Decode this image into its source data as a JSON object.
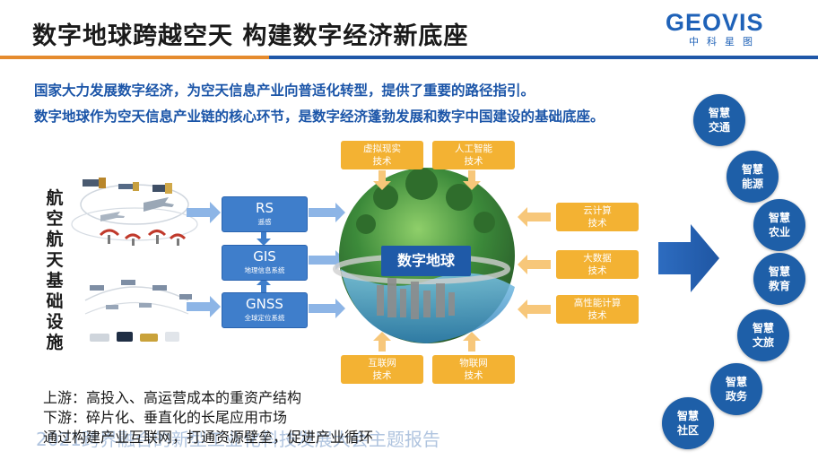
{
  "header": {
    "title": "数字地球跨越空天 构建数字经济新底座",
    "logo_main": "GEOVIS",
    "logo_sub": "中科星图"
  },
  "intro": {
    "line1": "国家大力发展数字经济，为空天信息产业向普适化转型，提供了重要的路径指引。",
    "line2": "数字地球作为空天信息产业链的核心环节，是数字经济蓬勃发展和数字中国建设的基础底座。"
  },
  "infra": {
    "label": "航空航天基础设施"
  },
  "core_tech": [
    {
      "main": "RS",
      "sub": "遥感"
    },
    {
      "main": "GIS",
      "sub": "地理信息系统"
    },
    {
      "main": "GNSS",
      "sub": "全球定位系统"
    }
  ],
  "center": {
    "label": "数字地球"
  },
  "top_tech": [
    {
      "line1": "虚拟现实",
      "line2": "技术"
    },
    {
      "line1": "人工智能",
      "line2": "技术"
    }
  ],
  "right_tech": [
    {
      "line1": "云计算",
      "line2": "技术"
    },
    {
      "line1": "大数据",
      "line2": "技术"
    },
    {
      "line1": "高性能计算",
      "line2": "技术"
    }
  ],
  "bottom_tech": [
    {
      "line1": "互联网",
      "line2": "技术"
    },
    {
      "line1": "物联网",
      "line2": "技术"
    }
  ],
  "applications": [
    {
      "line1": "智慧",
      "line2": "交通"
    },
    {
      "line1": "智慧",
      "line2": "能源"
    },
    {
      "line1": "智慧",
      "line2": "农业"
    },
    {
      "line1": "智慧",
      "line2": "教育"
    },
    {
      "line1": "智慧",
      "line2": "文旅"
    },
    {
      "line1": "智慧",
      "line2": "政务"
    },
    {
      "line1": "智慧",
      "line2": "社区"
    }
  ],
  "bottom": {
    "upstream": "上游：高投入、高运营成本的重资产结构",
    "downstream": "下游：碎片化、垂直化的长尾应用市场",
    "connect": "通过构建产业互联网，打通资源壁垒，促进产业循环",
    "watermark": "2021跨界融合的新型工业化科技发展大会主题报告"
  },
  "colors": {
    "brand_blue": "#1f5aa8",
    "tech_blue": "#3f7ecb",
    "tech_orange": "#f3b233",
    "accent_orange": "#e58b2e"
  }
}
